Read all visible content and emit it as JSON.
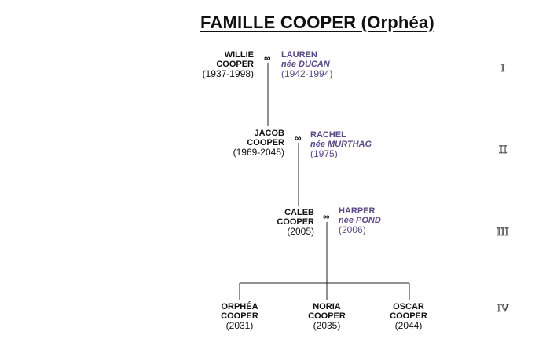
{
  "title": "FAMILLE COOPER (Orphéa)",
  "marriage_symbol": "∞",
  "accent_color": "#5b4a86",
  "generations": [
    {
      "roman": "I",
      "person": {
        "first": "WILLIE",
        "last": "COOPER",
        "years": "(1937-1998)"
      },
      "spouse": {
        "first": "LAUREN",
        "maiden": "née DUCAN",
        "years": "(1942-1994)"
      }
    },
    {
      "roman": "II",
      "person": {
        "first": "JACOB",
        "last": "COOPER",
        "years": "(1969-2045)"
      },
      "spouse": {
        "first": "RACHEL",
        "maiden": "née MURTHAG",
        "years": "(1975)"
      }
    },
    {
      "roman": "III",
      "person": {
        "first": "CALEB",
        "last": "COOPER",
        "years": "(2005)"
      },
      "spouse": {
        "first": "HARPER",
        "maiden": "née POND",
        "years": "(2006)"
      }
    },
    {
      "roman": "IV",
      "children": [
        {
          "first": "ORPHÉA",
          "last": "COOPER",
          "years": "(2031)"
        },
        {
          "first": "NORIA",
          "last": "COOPER",
          "years": "(2035)"
        },
        {
          "first": "OSCAR",
          "last": "COOPER",
          "years": "(2044)"
        }
      ]
    }
  ]
}
